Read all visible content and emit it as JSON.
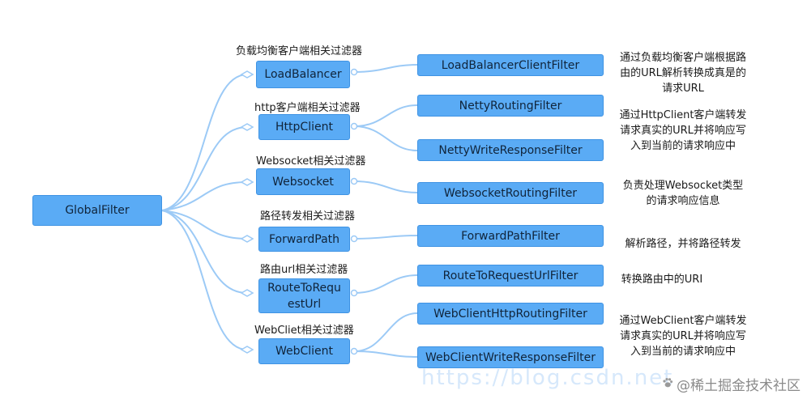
{
  "root": {
    "label": "GlobalFilter"
  },
  "groups": [
    {
      "category": "负载均衡客户端相关过滤器",
      "node": "LoadBalancer",
      "filters": [
        "LoadBalancerClientFilter"
      ],
      "description": [
        "通过负载均衡客户端根据路",
        "由的URL解析转换成真是的",
        "请求URL"
      ]
    },
    {
      "category": "http客户端相关过滤器",
      "node": "HttpClient",
      "filters": [
        "NettyRoutingFilter",
        "NettyWriteResponseFilter"
      ],
      "description": [
        "通过HttpClient客户端转发",
        "请求真实的URL并将响应写",
        "入到当前的请求响应中"
      ]
    },
    {
      "category": "Websocket相关过滤器",
      "node": "Websocket",
      "filters": [
        "WebsocketRoutingFilter"
      ],
      "description": [
        "负责处理Websocket类型",
        "的请求响应信息"
      ]
    },
    {
      "category": "路径转发相关过滤器",
      "node": "ForwardPath",
      "filters": [
        "ForwardPathFilter"
      ],
      "description": [
        "解析路径，并将路径转发"
      ]
    },
    {
      "category": "路由url相关过滤器",
      "node": [
        "RouteToRequ",
        "estUrl"
      ],
      "filters": [
        "RouteToRequestUrlFilter"
      ],
      "description": [
        "转换路由中的URI"
      ]
    },
    {
      "category": "WebCliet相关过滤器",
      "node": "WebClient",
      "filters": [
        "WebClientHttpRoutingFilter",
        "WebClientWriteResponseFilter"
      ],
      "description": [
        "通过WebClient客户端转发",
        "请求真实的URL并将响应写",
        "入到当前的请求响应中"
      ]
    }
  ],
  "watermark": {
    "icon": "paw-icon",
    "text": "@稀土掘金技术社区"
  },
  "faded_url_text": "https://blog.csdn.net",
  "colors": {
    "node_fill": "#5aabf5",
    "node_border": "#3f93e3",
    "link": "#9ccaf6"
  }
}
